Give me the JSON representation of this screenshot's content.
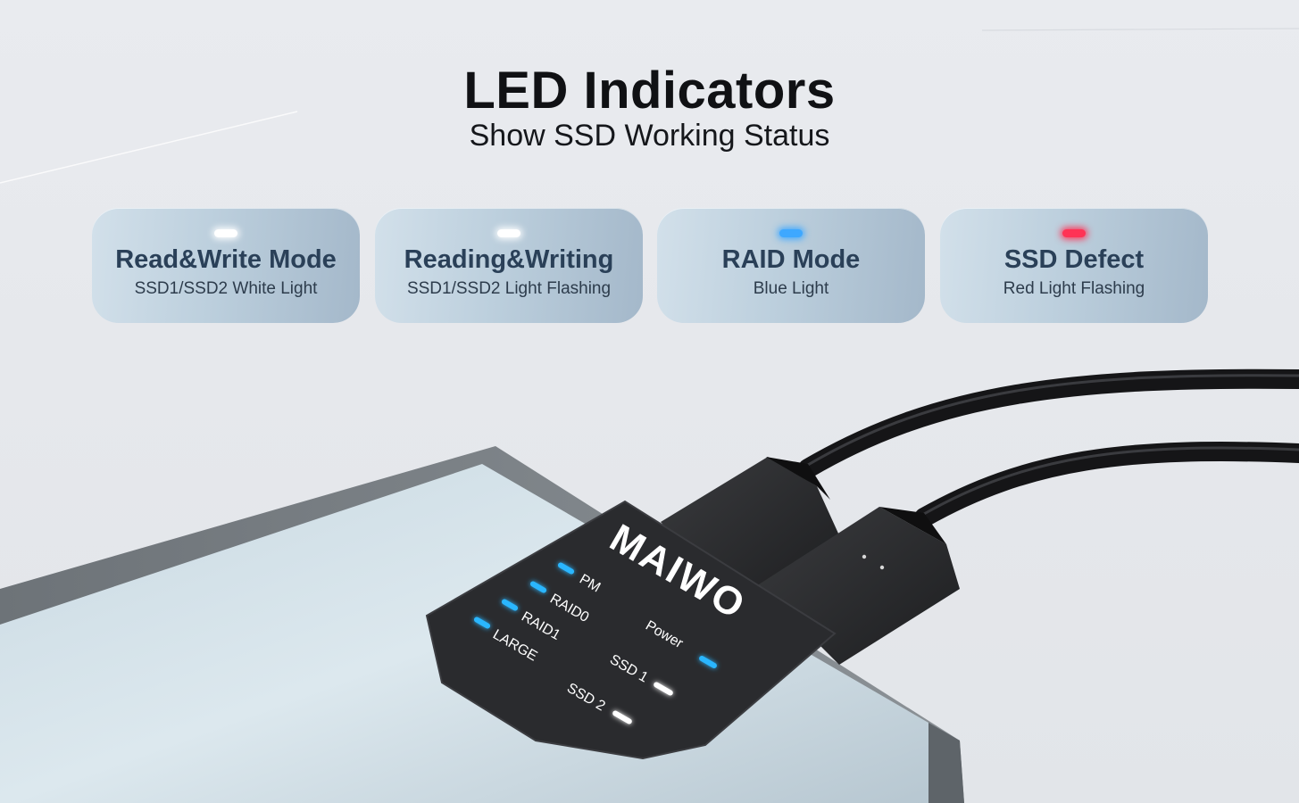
{
  "header": {
    "title": "LED Indicators",
    "subtitle": "Show SSD Working Status"
  },
  "cards": [
    {
      "title": "Read&Write Mode",
      "description": "SSD1/SSD2 White Light",
      "led_color": "#ffffff"
    },
    {
      "title": "Reading&Writing",
      "description": "SSD1/SSD2 Light Flashing",
      "led_color": "#ffffff"
    },
    {
      "title": "RAID Mode",
      "description": "Blue Light",
      "led_color": "#3ea8ff"
    },
    {
      "title": "SSD Defect",
      "description": "Red Light Flashing",
      "led_color": "#ff3355"
    }
  ],
  "device": {
    "brand": "MAIWO",
    "labels": {
      "pm": "PM",
      "raid0": "RAID0",
      "raid1": "RAID1",
      "large": "LARGE",
      "power": "Power",
      "ssd1": "SSD 1",
      "ssd2": "SSD 2"
    },
    "colors": {
      "indicator_blue": "#29b6ff",
      "indicator_white": "#ffffff",
      "panel": "#2b2c2f",
      "shell": "#7d8388",
      "surface": "#d5e3ea"
    }
  }
}
